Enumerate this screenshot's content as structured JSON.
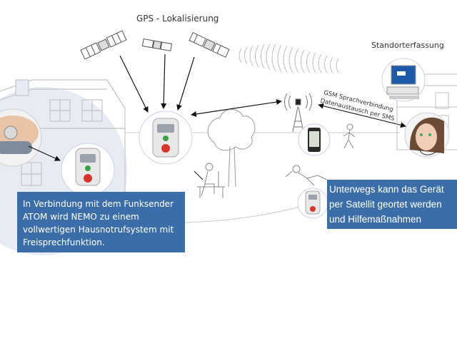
{
  "labels": {
    "gps_title": "GPS - Lokalisierung",
    "location_title": "Standorterfassung",
    "gsm_line1": "GSM Sprachverbindung",
    "gsm_line2": "Datenaustausch per SMS"
  },
  "boxes": {
    "home_text": "In Verbindung mit dem Funksender ATOM wird NEMO zu einem vollwertigen Hausnotrufsystem mit Freisprechfunktion.",
    "away_text": "Unterwegs kann das Gerät per Satellit geortet werden und Hilfemaßnahmen eingeleitet werden."
  },
  "colors": {
    "box_blue": "#3b6ea8",
    "house_circle": "#e6ebf4",
    "line_gray": "#c9c9c9",
    "sos_red": "#d9352b",
    "ok_green": "#3aa04a"
  },
  "icons": [
    "satellite-icon",
    "cell-tower-icon",
    "smartphone-icon",
    "computer-icon",
    "tree-icon",
    "house-icon",
    "building-icon"
  ]
}
